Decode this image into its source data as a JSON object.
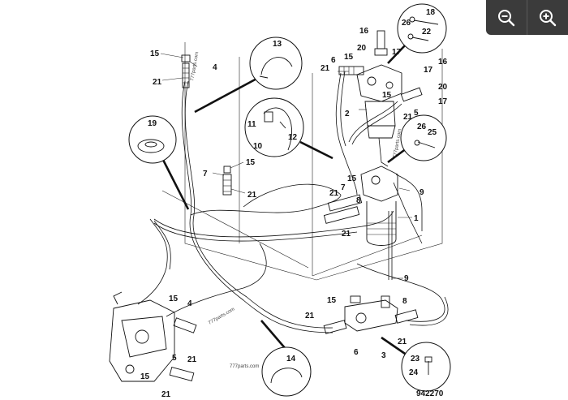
{
  "viewer": {
    "zoom_out_label": "zoom out",
    "zoom_in_label": "zoom in",
    "zoom_out_icon": "zoom-out-icon",
    "zoom_in_icon": "zoom-in-icon"
  },
  "diagram": {
    "part_number": "942270",
    "watermarks": [
      "777parts.com",
      "777parts.com",
      "777parts.com",
      "777parts.com"
    ],
    "callouts": [
      {
        "id": "c15a",
        "label": "15"
      },
      {
        "id": "c4a",
        "label": "4"
      },
      {
        "id": "c21a",
        "label": "21"
      },
      {
        "id": "c13",
        "label": "13"
      },
      {
        "id": "c11",
        "label": "11"
      },
      {
        "id": "c12",
        "label": "12"
      },
      {
        "id": "c10",
        "label": "10"
      },
      {
        "id": "c19",
        "label": "19"
      },
      {
        "id": "c7a",
        "label": "7"
      },
      {
        "id": "c15b",
        "label": "15"
      },
      {
        "id": "c21b",
        "label": "21"
      },
      {
        "id": "c16a",
        "label": "16"
      },
      {
        "id": "c20a",
        "label": "20"
      },
      {
        "id": "c17a",
        "label": "17"
      },
      {
        "id": "c6a",
        "label": "6"
      },
      {
        "id": "c15c",
        "label": "15"
      },
      {
        "id": "c21c",
        "label": "21"
      },
      {
        "id": "c2",
        "label": "2"
      },
      {
        "id": "c18",
        "label": "18"
      },
      {
        "id": "c26a",
        "label": "26"
      },
      {
        "id": "c22",
        "label": "22"
      },
      {
        "id": "c17b",
        "label": "17"
      },
      {
        "id": "c16b",
        "label": "16"
      },
      {
        "id": "c20b",
        "label": "20"
      },
      {
        "id": "c17c",
        "label": "17"
      },
      {
        "id": "c15d",
        "label": "15"
      },
      {
        "id": "c5a",
        "label": "5"
      },
      {
        "id": "c21d",
        "label": "21"
      },
      {
        "id": "c26b",
        "label": "26"
      },
      {
        "id": "c25",
        "label": "25"
      },
      {
        "id": "c15e",
        "label": "15"
      },
      {
        "id": "c7b",
        "label": "7"
      },
      {
        "id": "c21e",
        "label": "21"
      },
      {
        "id": "c8a",
        "label": "8"
      },
      {
        "id": "c21f",
        "label": "21"
      },
      {
        "id": "c9a",
        "label": "9"
      },
      {
        "id": "c1",
        "label": "1"
      },
      {
        "id": "c9b",
        "label": "9"
      },
      {
        "id": "c15f",
        "label": "15"
      },
      {
        "id": "c4b",
        "label": "4"
      },
      {
        "id": "c21g",
        "label": "21"
      },
      {
        "id": "c5b",
        "label": "5"
      },
      {
        "id": "c15g",
        "label": "15"
      },
      {
        "id": "c21h",
        "label": "21"
      },
      {
        "id": "c21i",
        "label": "21"
      },
      {
        "id": "c15h",
        "label": "15"
      },
      {
        "id": "c8b",
        "label": "8"
      },
      {
        "id": "c6b",
        "label": "6"
      },
      {
        "id": "c3",
        "label": "3"
      },
      {
        "id": "c21j",
        "label": "21"
      },
      {
        "id": "c14",
        "label": "14"
      },
      {
        "id": "c23",
        "label": "23"
      },
      {
        "id": "c24",
        "label": "24"
      }
    ]
  }
}
